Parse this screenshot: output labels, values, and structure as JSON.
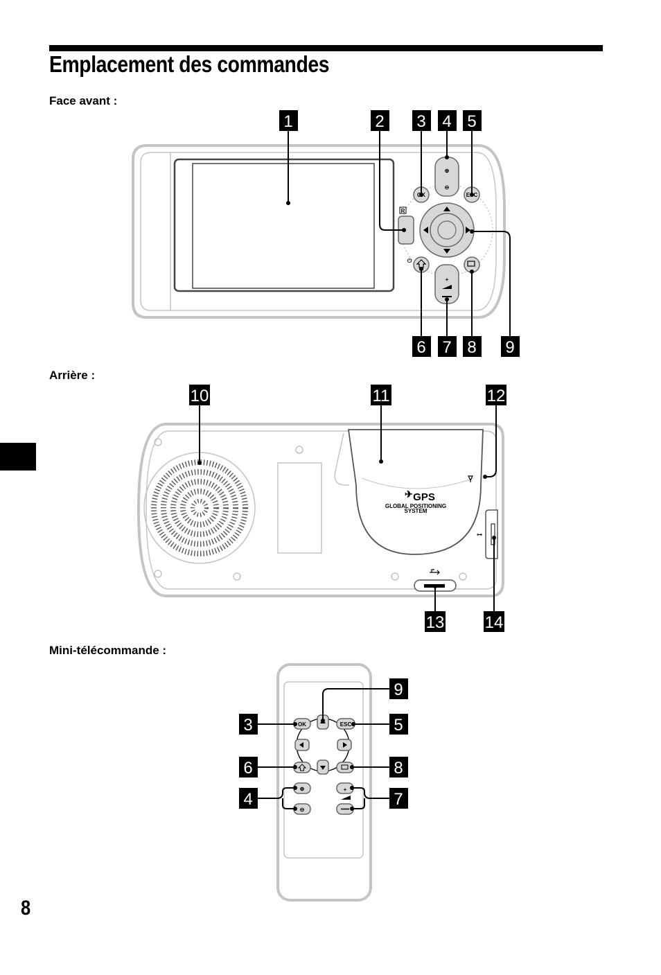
{
  "page": {
    "title": "Emplacement des commandes",
    "page_number": "8"
  },
  "sections": {
    "front": "Face avant :",
    "rear": "Arrière :",
    "remote": "Mini-télécommande :"
  },
  "device_labels": {
    "ok": "OK",
    "esc": "ESC",
    "r": "R",
    "gps_logo": "GPS",
    "gps_sub1": "GLOBAL POSITIONING",
    "gps_sub2": "SYSTEM"
  },
  "callouts": {
    "front": [
      "1",
      "2",
      "3",
      "4",
      "5",
      "6",
      "7",
      "8",
      "9"
    ],
    "rear": [
      "10",
      "11",
      "12",
      "13",
      "14"
    ],
    "remote": [
      "9",
      "3",
      "5",
      "6",
      "8",
      "4",
      "7"
    ]
  },
  "colors": {
    "ink": "#000000",
    "device_outline": "#c4c4c4",
    "key_fill": "#d7d7d7"
  }
}
